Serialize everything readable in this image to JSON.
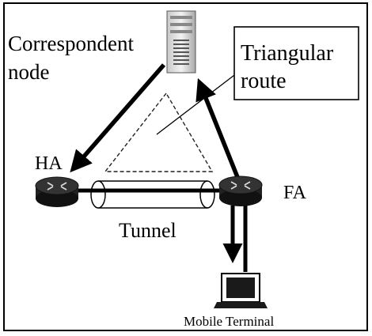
{
  "labels": {
    "correspondent_line1": "Correspondent",
    "correspondent_line2": "node",
    "callout_line1": "Triangular",
    "callout_line2": "route",
    "home_agent": "HA",
    "foreign_agent": "FA",
    "tunnel": "Tunnel",
    "mobile_terminal": "Mobile Terminal"
  },
  "icons": {
    "server": "server-icon",
    "router": "router-icon",
    "laptop": "laptop-icon"
  }
}
